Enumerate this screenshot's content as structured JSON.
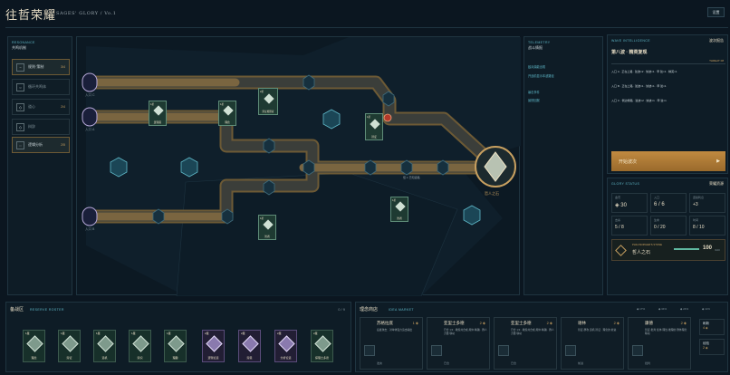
{
  "header": {
    "title": "往哲荣耀",
    "subtitle": "SAGES' GLORY / Vo.1",
    "settings_label": "设置"
  },
  "left_panel": {
    "section_en": "RESONANCE",
    "section_cn": "共鸣机制",
    "items": [
      {
        "label": "规则·策制",
        "count": "3/4",
        "icon": "~",
        "active": true
      },
      {
        "label": "循环共鸣体",
        "count": "",
        "icon": "○",
        "active": false
      },
      {
        "label": "道心",
        "count": "2/4",
        "icon": "◇",
        "active": false
      },
      {
        "label": "辩辞",
        "count": "",
        "icon": "◇",
        "active": false
      },
      {
        "label": "逻辑分析",
        "count": "2/5",
        "icon": "::",
        "active": true
      }
    ]
  },
  "map": {
    "entries": [
      {
        "label": "入口 C"
      },
      {
        "label": "入口 A"
      },
      {
        "label": "入口 B"
      }
    ],
    "towers": [
      {
        "label": "逻辑思",
        "cost": "1星"
      },
      {
        "label": "理念",
        "cost": "1星"
      },
      {
        "label": "辩证推理者",
        "cost": "2星"
      },
      {
        "label": "辩证",
        "cost": "1星"
      },
      {
        "label": "智者",
        "cost": "1星"
      },
      {
        "label": "智者",
        "cost": "1星"
      }
    ],
    "core_label": "哲人之石",
    "enemy_label": "怪·1 已知道路"
  },
  "telemetry": {
    "title_en": "TELEMETRY",
    "title_cn": "战斗情报",
    "lines": [
      "敌兵潜能出现",
      "开战前显示本波路径",
      "",
      "暴击事件",
      "最快回报"
    ]
  },
  "wave": {
    "title_en": "WAVE INTELLIGENCE",
    "title_cn": "波次报告",
    "wave_name": "第八波 · 精英复现",
    "threat": "THREAT 08",
    "routes": [
      "入口 A · 正在上路 · 弦波×2 · 快波×1 · 甲 弦×1 · 精英×1",
      "入口 B · 正在上路 · 弦波×1 · 快波×1 · 甲 弦×1",
      "入口 C · 侧边侧路 · 弦波×2 · 快波×1 · 甲 弦×1"
    ],
    "start_label": "开始波次",
    "start_arrow": "▶"
  },
  "glory": {
    "title_en": "GLORY STATUS",
    "title_cn": "荣耀资源",
    "stats": [
      {
        "label": "金币",
        "value": "◈ 30"
      },
      {
        "label": "入口",
        "value": "6 / 6"
      },
      {
        "label": "连续利息",
        "value": "+3"
      },
      {
        "label": "击杀",
        "value": "5 / 8"
      },
      {
        "label": "生命",
        "value": "0 / 20"
      },
      {
        "label": "时间",
        "value": "8 / 10"
      }
    ],
    "stone_en": "PHILOSOPHER'S STONE",
    "stone_cn": "哲人之石",
    "stone_value": "100",
    "stone_unit": "/100"
  },
  "roster": {
    "title_cn": "备战区",
    "title_en": "RESERVE ROSTER",
    "count": "0 / 9",
    "cards": [
      {
        "name": "理念",
        "cost": "1星",
        "violet": false
      },
      {
        "name": "辩证",
        "cost": "1星",
        "violet": false
      },
      {
        "name": "道机",
        "cost": "1星",
        "violet": false
      },
      {
        "name": "辩识",
        "cost": "1星",
        "violet": false
      },
      {
        "name": "理趣",
        "cost": "1星",
        "violet": false
      },
      {
        "name": "逻辑论道",
        "cost": "2星",
        "violet": true
      },
      {
        "name": "辩思",
        "cost": "2星",
        "violet": true
      },
      {
        "name": "分析论道",
        "cost": "2星",
        "violet": true
      },
      {
        "name": "探理士多德",
        "cost": "2星",
        "violet": false
      }
    ]
  },
  "shop": {
    "title_cn": "理念商店",
    "title_en": "IDEA MARKET",
    "odds": [
      "◆ 17%",
      "◆ 34%",
      "◆ 24%",
      "◆ 11%"
    ],
    "cards": [
      {
        "name": "苏格拉底",
        "cost": "1 ◈",
        "desc": "后发攻击：对单体强力追击输出",
        "foot": "发言"
      },
      {
        "name": "亚里士多德",
        "cost": "2 ◈",
        "desc": "已合 1/3 · 教授共合成 用体·精确 · 群人力量 联动",
        "foot": "已合"
      },
      {
        "name": "亚里士多德",
        "cost": "2 ◈",
        "desc": "已合 1/3 · 教授共合成 用体·精确 · 群人力量 联动",
        "foot": "已合"
      },
      {
        "name": "谢林",
        "cost": "2 ◈",
        "desc": "辩证·群攻 道机·辩证 · 理念的 前进",
        "foot": "前进"
      },
      {
        "name": "康德",
        "cost": "2 ◈",
        "desc": "辩证·批判 使体·理性·推理的 群体理念 联动",
        "foot": "批判"
      }
    ],
    "refresh_label": "刷新",
    "refresh_cost": "4 ◈",
    "buy_xp_label": "经验",
    "buy_xp_cost": "2 ◈"
  }
}
